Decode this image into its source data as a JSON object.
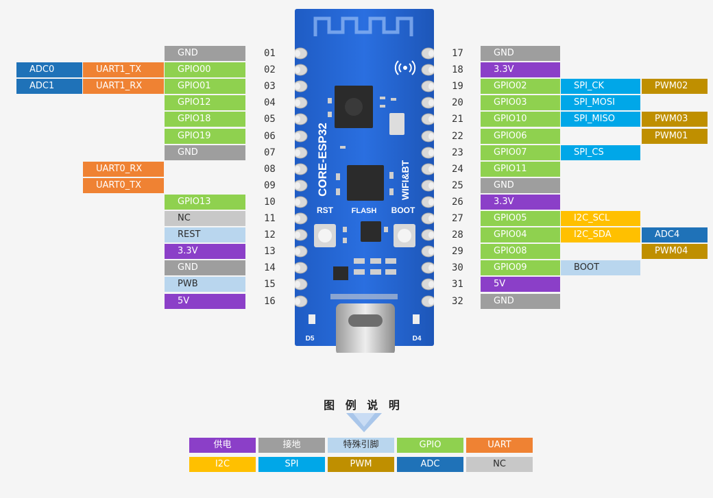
{
  "colors": {
    "power": "#8b3fc8",
    "gnd": "#9e9e9e",
    "special": "#b9d6ee",
    "gpio": "#8fd14f",
    "uart": "#ef8233",
    "i2c": "#ffc000",
    "spi": "#00a7e8",
    "pwm": "#bf8f00",
    "adc": "#1f72b8",
    "nc": "#c8c8c8"
  },
  "left_pins": [
    {
      "num": "01",
      "funcs": [
        {
          "label": "GND",
          "type": "gnd"
        }
      ]
    },
    {
      "num": "02",
      "funcs": [
        {
          "label": "GPIO00",
          "type": "gpio"
        },
        {
          "label": "UART1_TX",
          "type": "uart"
        },
        {
          "label": "ADC0",
          "type": "adc"
        }
      ]
    },
    {
      "num": "03",
      "funcs": [
        {
          "label": "GPIO01",
          "type": "gpio"
        },
        {
          "label": "UART1_RX",
          "type": "uart"
        },
        {
          "label": "ADC1",
          "type": "adc"
        }
      ]
    },
    {
      "num": "04",
      "funcs": [
        {
          "label": "GPIO12",
          "type": "gpio"
        }
      ]
    },
    {
      "num": "05",
      "funcs": [
        {
          "label": "GPIO18",
          "type": "gpio"
        }
      ]
    },
    {
      "num": "06",
      "funcs": [
        {
          "label": "GPIO19",
          "type": "gpio"
        }
      ]
    },
    {
      "num": "07",
      "funcs": [
        {
          "label": "GND",
          "type": "gnd"
        }
      ]
    },
    {
      "num": "08",
      "funcs": [
        null,
        {
          "label": "UART0_RX",
          "type": "uart"
        }
      ]
    },
    {
      "num": "09",
      "funcs": [
        null,
        {
          "label": "UART0_TX",
          "type": "uart"
        }
      ]
    },
    {
      "num": "10",
      "funcs": [
        {
          "label": "GPIO13",
          "type": "gpio"
        }
      ]
    },
    {
      "num": "11",
      "funcs": [
        {
          "label": "NC",
          "type": "nc"
        }
      ]
    },
    {
      "num": "12",
      "funcs": [
        {
          "label": "REST",
          "type": "special"
        }
      ]
    },
    {
      "num": "13",
      "funcs": [
        {
          "label": "3.3V",
          "type": "power"
        }
      ]
    },
    {
      "num": "14",
      "funcs": [
        {
          "label": "GND",
          "type": "gnd"
        }
      ]
    },
    {
      "num": "15",
      "funcs": [
        {
          "label": "PWB",
          "type": "special"
        }
      ]
    },
    {
      "num": "16",
      "funcs": [
        {
          "label": "5V",
          "type": "power"
        }
      ]
    }
  ],
  "right_pins": [
    {
      "num": "17",
      "funcs": [
        {
          "label": "GND",
          "type": "gnd"
        }
      ]
    },
    {
      "num": "18",
      "funcs": [
        {
          "label": "3.3V",
          "type": "power"
        }
      ]
    },
    {
      "num": "19",
      "funcs": [
        {
          "label": "GPIO02",
          "type": "gpio"
        },
        {
          "label": "SPI_CK",
          "type": "spi"
        },
        {
          "label": "PWM02",
          "type": "pwm"
        }
      ]
    },
    {
      "num": "20",
      "funcs": [
        {
          "label": "GPIO03",
          "type": "gpio"
        },
        {
          "label": "SPI_MOSI",
          "type": "spi"
        }
      ]
    },
    {
      "num": "21",
      "funcs": [
        {
          "label": "GPIO10",
          "type": "gpio"
        },
        {
          "label": "SPI_MISO",
          "type": "spi"
        },
        {
          "label": "PWM03",
          "type": "pwm"
        }
      ]
    },
    {
      "num": "22",
      "funcs": [
        {
          "label": "GPIO06",
          "type": "gpio"
        },
        null,
        {
          "label": "PWM01",
          "type": "pwm"
        }
      ]
    },
    {
      "num": "23",
      "funcs": [
        {
          "label": "GPIO07",
          "type": "gpio"
        },
        {
          "label": "SPI_CS",
          "type": "spi"
        }
      ]
    },
    {
      "num": "24",
      "funcs": [
        {
          "label": "GPIO11",
          "type": "gpio"
        }
      ]
    },
    {
      "num": "25",
      "funcs": [
        {
          "label": "GND",
          "type": "gnd"
        }
      ]
    },
    {
      "num": "26",
      "funcs": [
        {
          "label": "3.3V",
          "type": "power"
        }
      ]
    },
    {
      "num": "27",
      "funcs": [
        {
          "label": "GPIO05",
          "type": "gpio"
        },
        {
          "label": "I2C_SCL",
          "type": "i2c"
        }
      ]
    },
    {
      "num": "28",
      "funcs": [
        {
          "label": "GPIO04",
          "type": "gpio"
        },
        {
          "label": "I2C_SDA",
          "type": "i2c"
        },
        {
          "label": "ADC4",
          "type": "adc"
        }
      ]
    },
    {
      "num": "29",
      "funcs": [
        {
          "label": "GPIO08",
          "type": "gpio"
        },
        null,
        {
          "label": "PWM04",
          "type": "pwm"
        }
      ]
    },
    {
      "num": "30",
      "funcs": [
        {
          "label": "GPIO09",
          "type": "gpio"
        },
        {
          "label": "BOOT",
          "type": "special"
        }
      ]
    },
    {
      "num": "31",
      "funcs": [
        {
          "label": "5V",
          "type": "power"
        }
      ]
    },
    {
      "num": "32",
      "funcs": [
        {
          "label": "GND",
          "type": "gnd"
        }
      ]
    }
  ],
  "board": {
    "name": "CORE-ESP32",
    "wireless": "WIFI&BT",
    "btn_rst": "RST",
    "btn_flash": "FLASH",
    "btn_boot": "BOOT",
    "led_left": "D5",
    "led_right": "D4"
  },
  "legend": {
    "title": "图 例 说 明",
    "items": [
      {
        "label": "供电",
        "type": "power"
      },
      {
        "label": "接地",
        "type": "gnd"
      },
      {
        "label": "特殊引脚",
        "type": "special"
      },
      {
        "label": "GPIO",
        "type": "gpio"
      },
      {
        "label": "UART",
        "type": "uart"
      },
      {
        "label": "I2C",
        "type": "i2c"
      },
      {
        "label": "SPI",
        "type": "spi"
      },
      {
        "label": "PWM",
        "type": "pwm"
      },
      {
        "label": "ADC",
        "type": "adc"
      },
      {
        "label": "NC",
        "type": "nc"
      }
    ]
  }
}
